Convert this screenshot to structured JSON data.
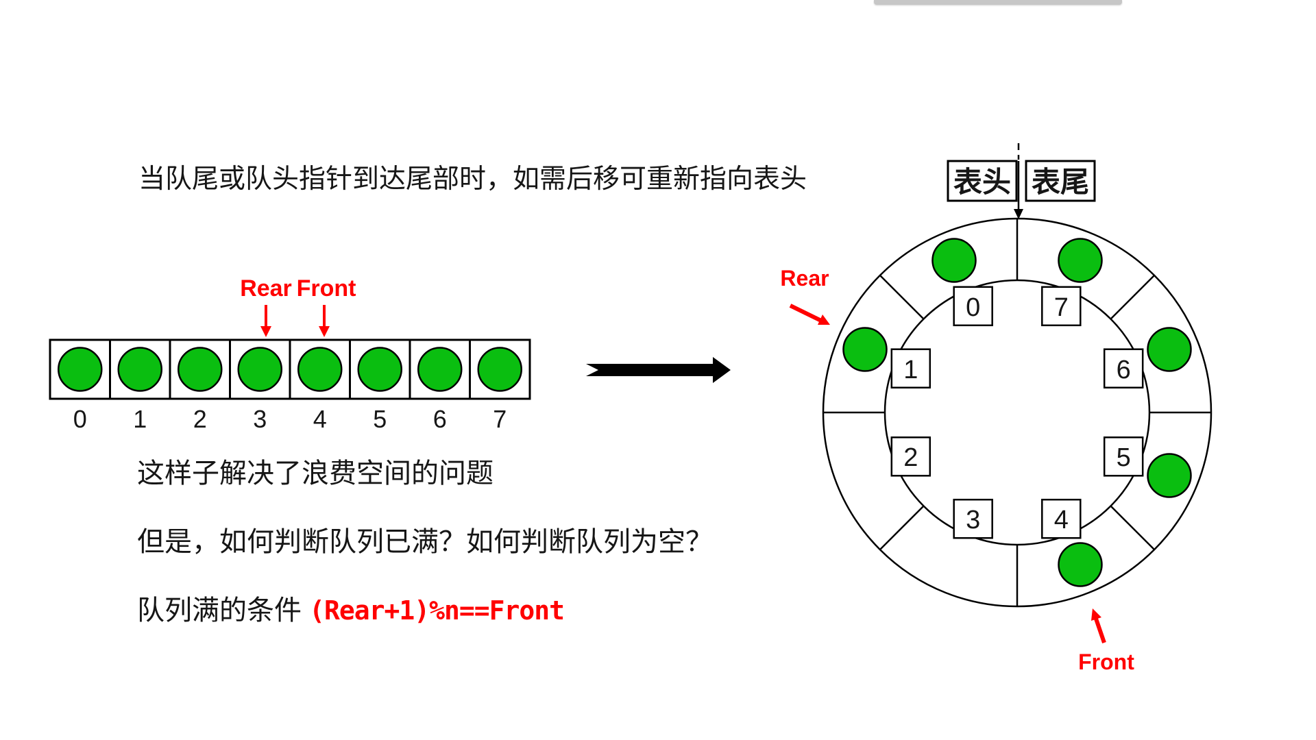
{
  "title": "当队尾或队头指针到达尾部时，如需后移可重新指向表头",
  "colors": {
    "slot_green": "#0ABE10",
    "pointer_red": "#FF0000",
    "ink": "#161616",
    "top_bar_gray": "#C7C7C7"
  },
  "linear_array": {
    "rear_label": "Rear",
    "front_label": "Front",
    "rear_index": 3,
    "front_index": 4,
    "indices": [
      "0",
      "1",
      "2",
      "3",
      "4",
      "5",
      "6",
      "7"
    ],
    "filled_count": 8
  },
  "big_arrow": {
    "direction": "right"
  },
  "ring": {
    "head_label": "表头",
    "tail_label": "表尾",
    "rear_label": "Rear",
    "front_label": "Front",
    "slots": [
      "0",
      "1",
      "2",
      "3",
      "4",
      "5",
      "6",
      "7"
    ],
    "filled_slots": "0,1,4,5,6,7",
    "empty_slots": "2,3"
  },
  "notes": {
    "line1": "这样子解决了浪费空间的问题",
    "line2": "但是，如何判断队列已满？如何判断队列为空？",
    "line3_prefix": "队列满的条件 ",
    "line3_formula": "(Rear+1)%n==Front"
  }
}
